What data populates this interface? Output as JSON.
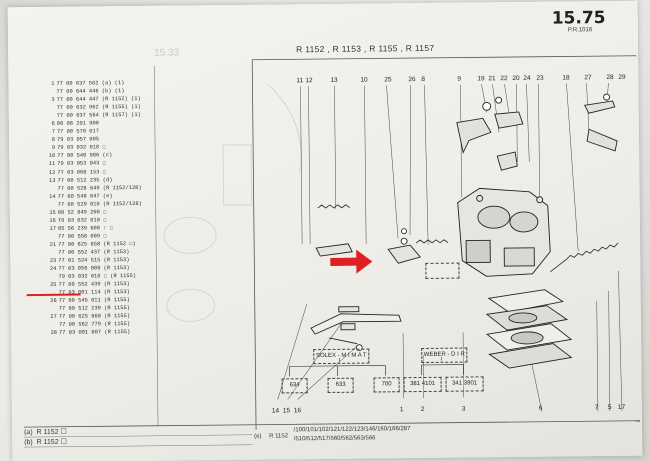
{
  "page": {
    "number": "15.75",
    "reference": "P.R.1016",
    "header": "R 1152 , R 1153 , R 1155 , R 1157",
    "ghost_number": "15.33"
  },
  "parts_list": [
    {
      "n": "1",
      "text": "77 00 637 562  (a) (1)"
    },
    {
      "n": "",
      "text": "77 00 644 446  (b) (1)"
    },
    {
      "n": "3",
      "text": "77 00 644 447  (R 1152) (1)"
    },
    {
      "n": "",
      "text": "77 00 632 962  (R 1155) (1)"
    },
    {
      "n": "",
      "text": "77 00 637 564  (R 1157) (1)"
    },
    {
      "n": "6",
      "text": "06 08 201 900"
    },
    {
      "n": "7",
      "text": "77 00 570 017"
    },
    {
      "n": "8",
      "text": "79 03 057 005"
    },
    {
      "n": "9",
      "text": "79 03 032 018 ☐"
    },
    {
      "n": "10",
      "text": "77 00 540 986  (c)"
    },
    {
      "n": "11",
      "text": "79 03 053 043 ☐"
    },
    {
      "n": "12",
      "text": "77 03 066 153 ☐"
    },
    {
      "n": "13",
      "text": "77 00 512 235  (d)"
    },
    {
      "n": "",
      "text": "77 00 528 649  (R 1152/128)"
    },
    {
      "n": "14",
      "text": "77 00 548 047  (e)"
    },
    {
      "n": "",
      "text": "77 00 529 010  (R 1152/128)"
    },
    {
      "n": "15",
      "text": "08 52 849 200 ☐"
    },
    {
      "n": "16",
      "text": "79 03 032 010 ☐"
    },
    {
      "n": "17",
      "text": "05 56 239 600 ↑ ☐"
    },
    {
      "n": "",
      "text": "77 00 556 009 ☐"
    },
    {
      "n": "21",
      "text": "77 00 625 658  (R 1152 ☐)"
    },
    {
      "n": "",
      "text": "77 00 552 437  (R 1153)"
    },
    {
      "n": "23",
      "text": "77 01 524 515  (R 1153)"
    },
    {
      "n": "24",
      "text": "77 03 056 008  (R 1153)"
    },
    {
      "n": "",
      "text": "79 03 032 010 ☐ (R 1155)"
    },
    {
      "n": "25",
      "text": "77 00 552 439  (R 1153)"
    },
    {
      "n": "",
      "text": "77 03 001 114  (R 1153)"
    },
    {
      "n": "26",
      "text": "77 00 545 611  (R 1155)"
    },
    {
      "n": "",
      "text": "77 00 512 239  (R 1155)"
    },
    {
      "n": "27",
      "text": "77 00 625 660  (R 1155)"
    },
    {
      "n": "",
      "text": "77 00 562 779  (R 1155)"
    },
    {
      "n": "28",
      "text": "77 03 001 007  (R 1155)"
    }
  ],
  "legend": [
    {
      "key": "(a)",
      "text": "R 1152 ☐"
    },
    {
      "key": "(b)",
      "text": "R 1152 ☐"
    }
  ],
  "models": {
    "prefix": "(e)",
    "model": "R 1152",
    "line1": "/100/101/102/121/122/123/146/160/166/287",
    "line2": "/510/512/517/560/562/563/566"
  },
  "diagram": {
    "top_callouts": [
      "11",
      "12",
      "13",
      "10",
      "25",
      "26",
      "8",
      "9",
      "19",
      "21",
      "22",
      "20",
      "24",
      "23",
      "18",
      "27",
      "28",
      "29"
    ],
    "bottom_callouts": [
      "14",
      "15",
      "16",
      "1",
      "2",
      "3",
      "6",
      "7",
      "5",
      "17"
    ],
    "solex_label": "SOLEX - M I M A T",
    "weber_label": "WEBER - D I R",
    "solex_variants": [
      "634",
      "633",
      "700"
    ],
    "weber_variants": [
      "381 4101",
      "341 3901"
    ],
    "annotation_color": "#e02020"
  }
}
